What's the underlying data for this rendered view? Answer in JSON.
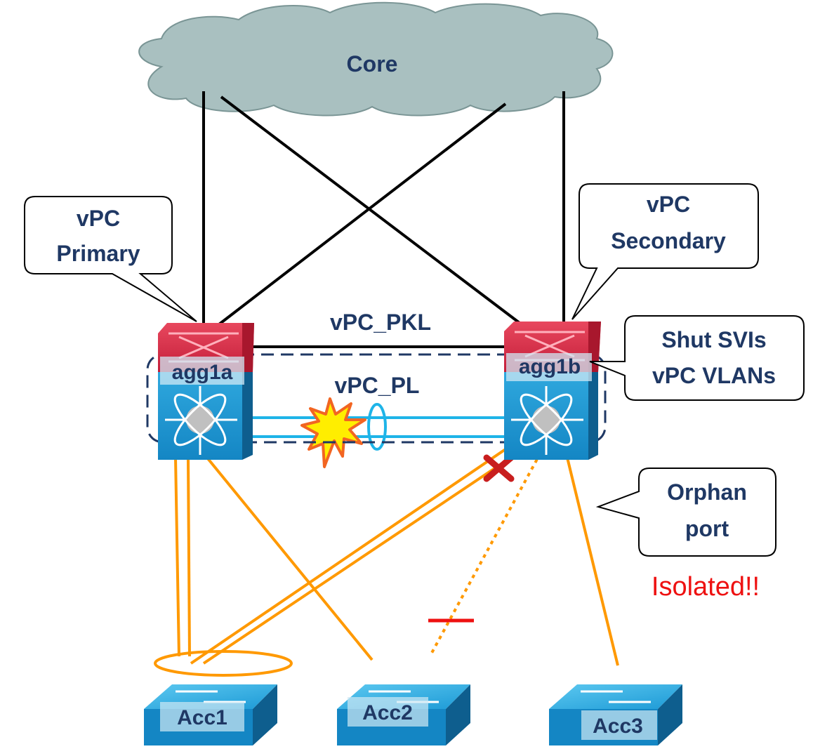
{
  "diagram": {
    "core": {
      "label": "Core"
    },
    "callouts": {
      "primary": {
        "line1": "vPC",
        "line2": "Primary"
      },
      "secondary": {
        "line1": "vPC",
        "line2": "Secondary"
      },
      "shut": {
        "line1": "Shut  SVIs",
        "line2": "vPC VLANs"
      },
      "orphan": {
        "line1": "Orphan",
        "line2": "port"
      }
    },
    "links": {
      "pkl": "vPC_PKL",
      "pl": "vPC_PL"
    },
    "switches": {
      "agg1a": "agg1a",
      "agg1b": "agg1b",
      "acc1": "Acc1",
      "acc2": "Acc2",
      "acc3": "Acc3"
    },
    "status": {
      "isolated": "Isolated!!"
    },
    "colors": {
      "uplink": "#FF9900",
      "peer_link": "#1EB4E8",
      "failure": "#EE1111",
      "label": "#1F3864",
      "cloud": "#A9C0C0"
    }
  }
}
